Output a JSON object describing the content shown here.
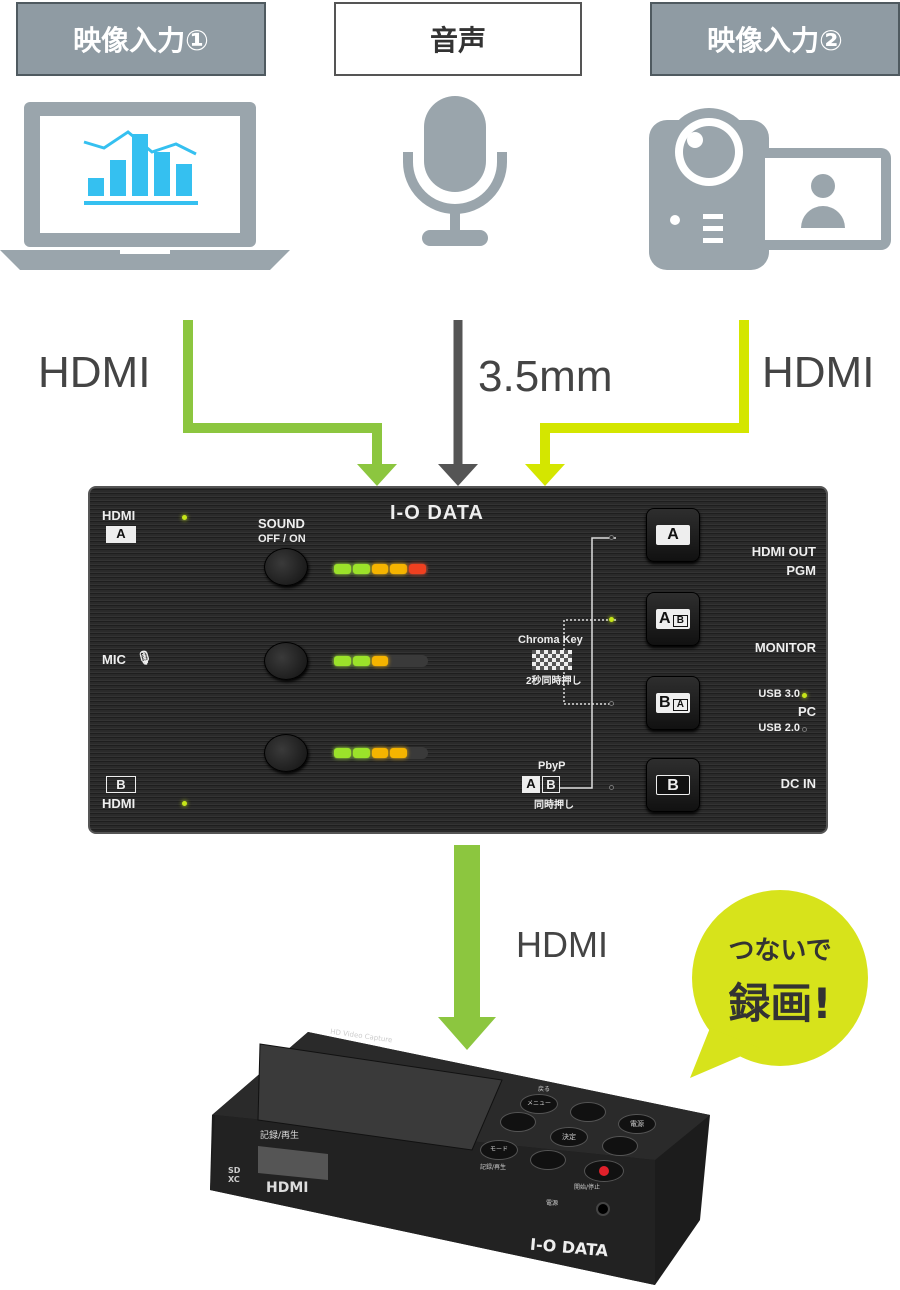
{
  "sources": [
    {
      "label": "映像入力①",
      "icon": "laptop-chart-icon"
    },
    {
      "label": "音声",
      "icon": "microphone-icon"
    },
    {
      "label": "映像入力②",
      "icon": "video-camera-icon"
    }
  ],
  "cables": {
    "left": "HDMI",
    "center": "3.5mm",
    "right": "HDMI",
    "output": "HDMI"
  },
  "colors": {
    "green": "#8cc63f",
    "yellow": "#d4e600",
    "dark": "#555555",
    "bubble": "#d7e31b"
  },
  "switcher": {
    "brand": "I-O DATA",
    "hdmi_a": "HDMI",
    "a": "A",
    "mic": "MIC",
    "b": "B",
    "hdmi_b": "HDMI",
    "sound": "SOUND",
    "off_on": "OFF / ON",
    "chroma_key": "Chroma Key",
    "chroma_note": "2秒同時押し",
    "pbyp": "PbyP",
    "pbyp_note": "同時押し",
    "btn_a": "A",
    "btn_ab": "A",
    "btn_ab_sub": "B",
    "btn_ba": "B",
    "btn_ba_sub": "A",
    "btn_b": "B",
    "hdmi_out": "HDMI OUT",
    "pgm": "PGM",
    "monitor": "MONITOR",
    "usb3": "USB 3.0",
    "pc": "PC",
    "usb2": "USB 2.0",
    "dc_in": "DC IN",
    "meters": [
      5,
      3,
      4
    ]
  },
  "bubble": {
    "line1": "つないで",
    "line2": "録画!"
  },
  "recorder": {
    "top_label": "HD Video Capture",
    "menu": "メニュー",
    "menu_top": "戻る",
    "ok": "決定",
    "power": "電源",
    "mode": "モード",
    "mode_sub": "記録/再生",
    "rec_label": "開始/停止",
    "sd_label": "記録/再生",
    "sdxc": "SD XC",
    "hdmi": "HDMI",
    "power_led": "電源",
    "brand": "I-O DATA"
  }
}
